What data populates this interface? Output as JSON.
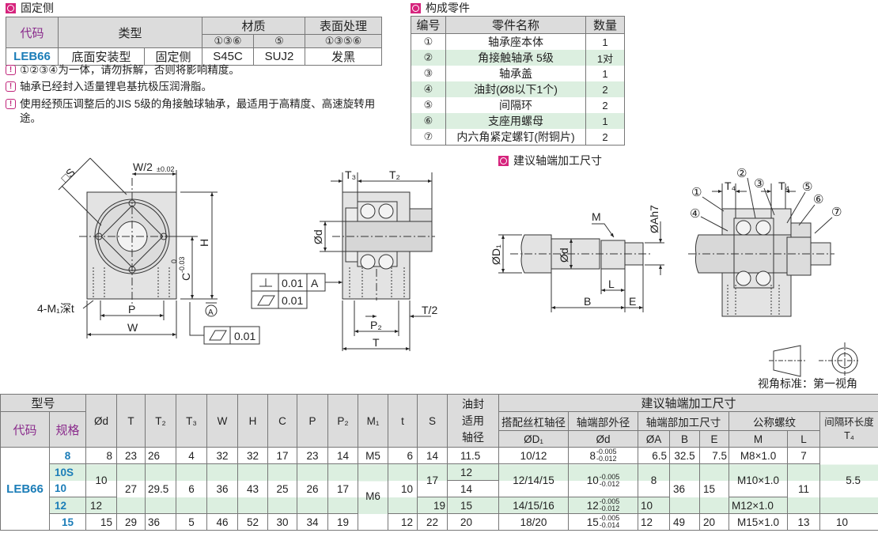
{
  "fixed_side": {
    "title": "固定侧",
    "headers": {
      "code": "代码",
      "type": "类型",
      "material": "材质",
      "mat_parts_a": "①③⑥",
      "mat_parts_b": "⑤",
      "surface": "表面处理",
      "surface_parts": "①③⑤⑥"
    },
    "row": {
      "code": "LEB66",
      "type_a": "底面安装型",
      "type_b": "固定侧",
      "mat_a": "S45C",
      "mat_b": "SUJ2",
      "surface": "发黑"
    }
  },
  "notes": [
    "①②③④为一体，请勿拆解，否则将影响精度。",
    "轴承已经封入适量锂皂基抗极压润滑脂。",
    "使用经预压调整后的JIS 5级的角接触球轴承，最适用于高精度、高速旋转用途。"
  ],
  "parts": {
    "title": "构成零件",
    "headers": {
      "no": "编号",
      "name": "零件名称",
      "qty": "数量"
    },
    "rows": [
      {
        "no": "①",
        "name": "轴承座本体",
        "qty": "1"
      },
      {
        "no": "②",
        "name": "角接触轴承 5级",
        "qty": "1对"
      },
      {
        "no": "③",
        "name": "轴承盖",
        "qty": "1"
      },
      {
        "no": "④",
        "name": "油封(Ø8以下1个)",
        "qty": "2"
      },
      {
        "no": "⑤",
        "name": "间隔环",
        "qty": "2"
      },
      {
        "no": "⑥",
        "name": "支座用螺母",
        "qty": "1"
      },
      {
        "no": "⑦",
        "name": "内六角紧定螺钉(附铜片)",
        "qty": "2"
      }
    ]
  },
  "drawing": {
    "S": "□S",
    "W2": "W/2",
    "W2_tol": "±0.02",
    "H": "H",
    "C": "C",
    "C_tol_up": "0",
    "C_tol_lo": "-0.03",
    "M1": "4-M₁深t",
    "P": "P",
    "W": "W",
    "datum": "A",
    "flat_val": "0.01",
    "T3": "T₃",
    "T2": "T₂",
    "d": "Ød",
    "perp_val": "0.01",
    "perp_ref": "A",
    "par_val": "0.01",
    "T_half": "T/2",
    "P2": "P₂",
    "T": "T"
  },
  "shaft": {
    "title": "建议轴端加工尺寸",
    "M": "M",
    "A": "ØAh7",
    "D1": "ØD₁",
    "d": "Ød",
    "L": "L",
    "B": "B",
    "E": "E",
    "T4": "T₄",
    "balloons": [
      "①",
      "②",
      "③",
      "④",
      "⑤",
      "⑥",
      "⑦"
    ]
  },
  "view_standard": "视角标准：第一视角",
  "spec_table": {
    "headers": {
      "model": "型号",
      "code": "代码",
      "size": "规格",
      "d": "Ød",
      "T": "T",
      "T2": "T₂",
      "T3": "T₃",
      "W": "W",
      "H": "H",
      "C": "C",
      "P": "P",
      "P2": "P₂",
      "M1": "M₁",
      "t": "t",
      "S": "S",
      "seal_1": "油封",
      "seal_2": "适用",
      "seal_3": "轴径",
      "shaft_group": "建议轴端加工尺寸",
      "screw_dia": "搭配丝杠轴径",
      "end_od": "轴端部外径",
      "end_machining": "轴端部加工尺寸",
      "thread": "公称螺纹",
      "spacer": "间隔环长度",
      "T4": "T₄",
      "D1": "ØD₁",
      "sd": "Ød",
      "A": "ØA",
      "B": "B",
      "E": "E",
      "M": "M",
      "L": "L"
    },
    "code": "LEB66",
    "rows": [
      {
        "size": "8",
        "d": "8",
        "T": "23",
        "T2": "26",
        "T3": "4",
        "W": "32",
        "H": "32",
        "C": "17",
        "P": "23",
        "P2": "14",
        "M1": "M5",
        "t": "6",
        "S": "14",
        "seal": "11.5",
        "D1": "10/12",
        "sd": "8",
        "sd_up": "-0.005",
        "sd_lo": "-0.012",
        "A": "6.5",
        "B": "32.5",
        "E": "7.5",
        "M": "M8×1.0",
        "L": "7",
        "T4": "5.5"
      },
      {
        "size": "10S",
        "d": "10",
        "T": "27",
        "T2": "29.5",
        "T3": "6",
        "W": "36",
        "H": "43",
        "C": "25",
        "P": "26",
        "P2": "17",
        "M1": "M6",
        "t": "10",
        "S": "17",
        "seal": "12",
        "D1": "12/14/15",
        "sd": "10",
        "sd_up": "-0.005",
        "sd_lo": "-0.012",
        "A": "8",
        "B": "36",
        "E": "15",
        "M": "M10×1.0",
        "L": "11"
      },
      {
        "size": "10",
        "seal": "14"
      },
      {
        "size": "12",
        "d": "12",
        "S": "19",
        "seal": "15",
        "D1": "14/15/16",
        "sd": "12",
        "sd_up": "-0.005",
        "sd_lo": "-0.012",
        "A": "10",
        "M": "M12×1.0"
      },
      {
        "size": "15",
        "d": "15",
        "T": "29",
        "T2": "36",
        "T3": "5",
        "W": "46",
        "H": "52",
        "C": "30",
        "P": "34",
        "P2": "19",
        "t": "12",
        "S": "22",
        "seal": "20",
        "D1": "18/20",
        "sd": "15",
        "sd_up": "-0.005",
        "sd_lo": "-0.014",
        "A": "12",
        "B": "49",
        "E": "20",
        "M": "M15×1.0",
        "L": "13",
        "T4": "10"
      }
    ]
  },
  "colors": {
    "accent": "#d6247d",
    "code_blue": "#1b7db8",
    "header_purple": "#8a2b8c",
    "stripe": "#dcefe0",
    "header_gray": "#dcdcdc"
  }
}
